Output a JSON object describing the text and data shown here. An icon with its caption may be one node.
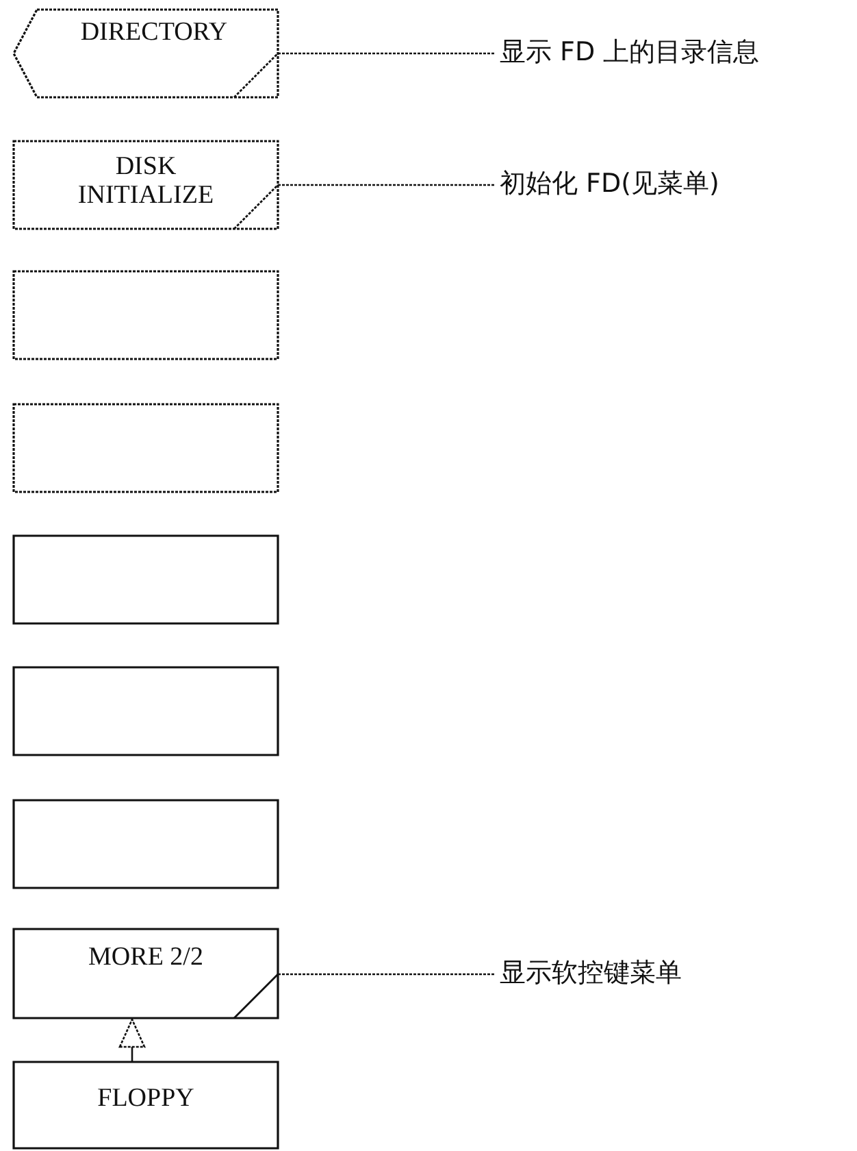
{
  "diagram": {
    "nodes": [
      {
        "text": [
          "DIRECTORY"
        ]
      },
      {
        "text": [
          "显示 FD 上的目录信息"
        ]
      },
      {
        "text": [
          "DISK INITIALIZE"
        ]
      },
      {
        "text": [
          "初始化 FD(见菜单)"
        ]
      },
      {
        "text": [],
        "shape": "box"
      },
      {
        "text": [],
        "shape": "box"
      },
      {
        "text": [],
        "shape": "box"
      },
      {
        "text": [],
        "shape": "box"
      },
      {
        "text": [],
        "shape": "box"
      },
      {
        "text": [
          "MORE 2/2"
        ]
      },
      {
        "text": [
          "显示软控键菜单"
        ]
      },
      {
        "text": [
          "FLOPPY"
        ]
      }
    ],
    "edges": [
      {
        "from": 1,
        "to": 0,
        "arrow": "none",
        "style": "dashed"
      },
      {
        "from": 3,
        "to": 2,
        "arrow": "none",
        "style": "dashed"
      },
      {
        "from": 10,
        "to": 9,
        "arrow": "none",
        "style": "dashed"
      },
      {
        "from": 11,
        "to": 9,
        "arrow": "to"
      }
    ]
  }
}
